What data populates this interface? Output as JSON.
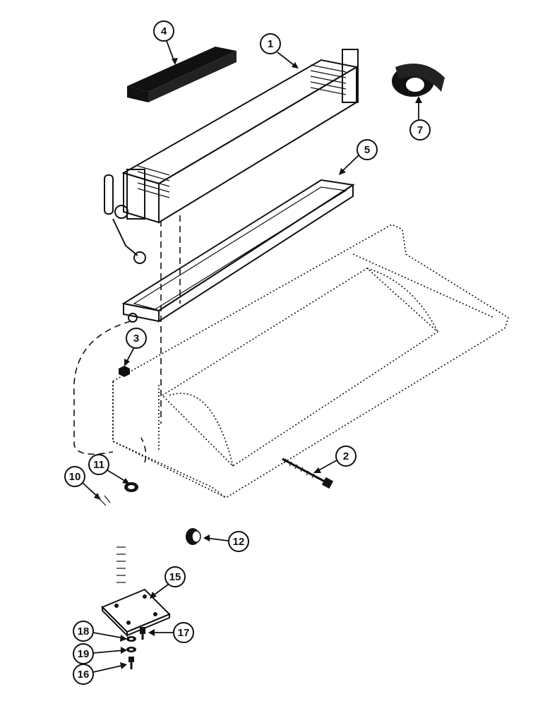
{
  "callouts": [
    {
      "id": "c1",
      "label": "1"
    },
    {
      "id": "c2",
      "label": "2"
    },
    {
      "id": "c3",
      "label": "3"
    },
    {
      "id": "c4",
      "label": "4"
    },
    {
      "id": "c5",
      "label": "5"
    },
    {
      "id": "c7",
      "label": "7"
    },
    {
      "id": "c10",
      "label": "10"
    },
    {
      "id": "c11",
      "label": "11"
    },
    {
      "id": "c12",
      "label": "12"
    },
    {
      "id": "c15",
      "label": "15"
    },
    {
      "id": "c16",
      "label": "16"
    },
    {
      "id": "c17",
      "label": "17"
    },
    {
      "id": "c18",
      "label": "18"
    },
    {
      "id": "c19",
      "label": "19"
    }
  ],
  "colors": {
    "ink": "#111111",
    "background": "#ffffff"
  }
}
